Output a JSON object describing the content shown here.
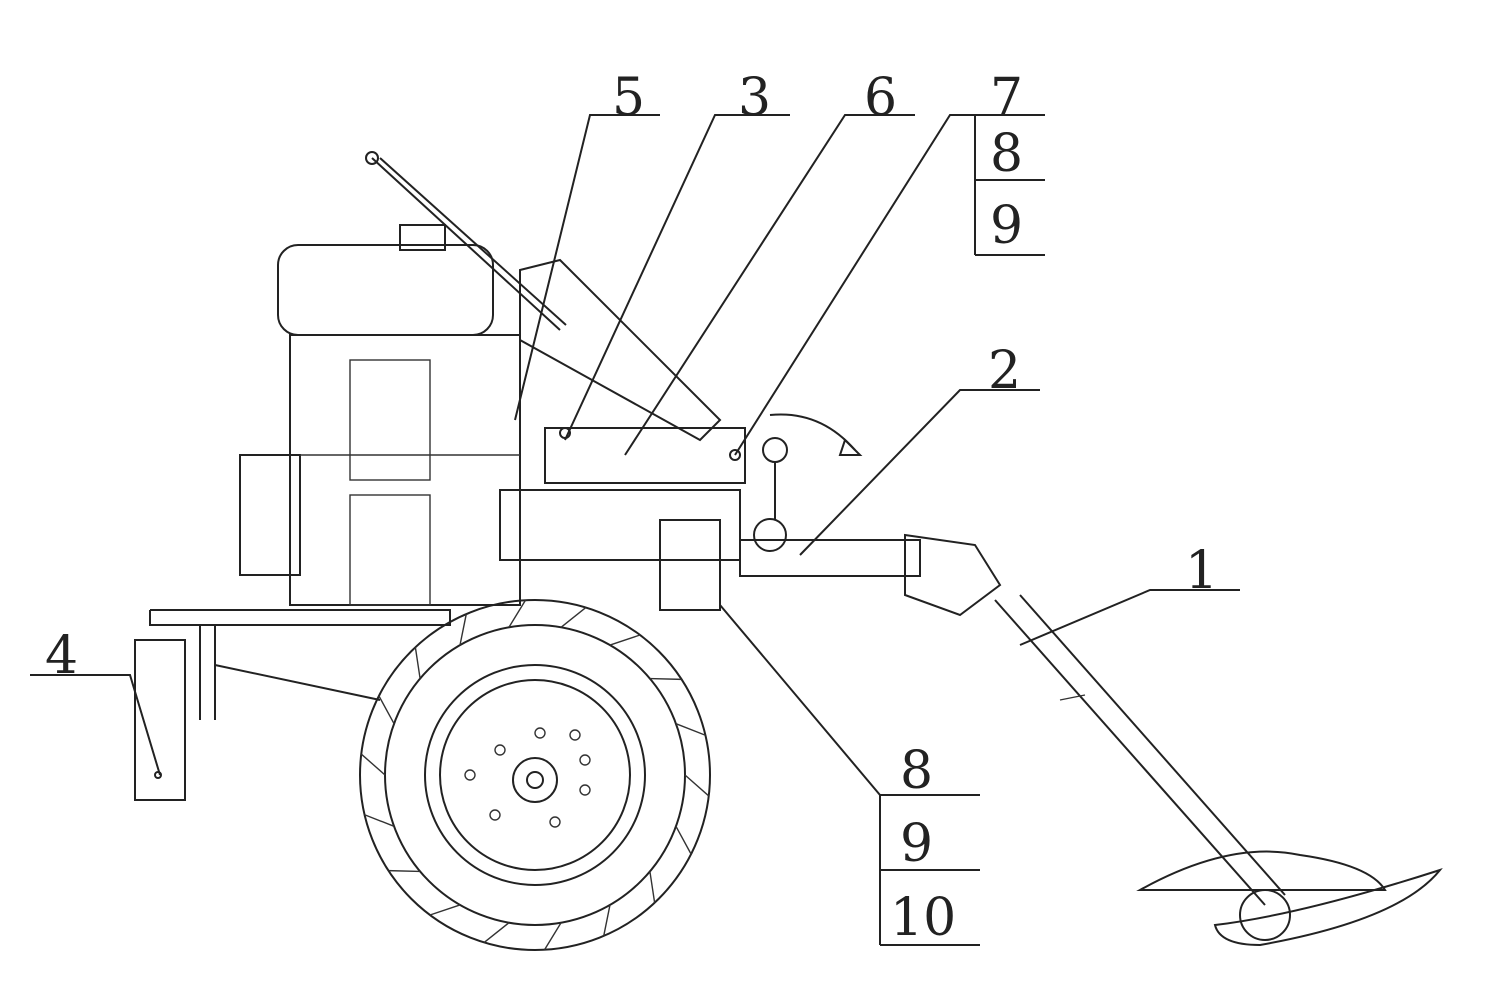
{
  "diagram": {
    "callouts": {
      "c5": "5",
      "c3": "3",
      "c6": "6",
      "c7": "7",
      "c8_top": "8",
      "c9_top": "9",
      "c2": "2",
      "c1": "1",
      "c4": "4",
      "c8_bottom": "8",
      "c9_bottom": "9",
      "c10_bottom": "10"
    }
  }
}
